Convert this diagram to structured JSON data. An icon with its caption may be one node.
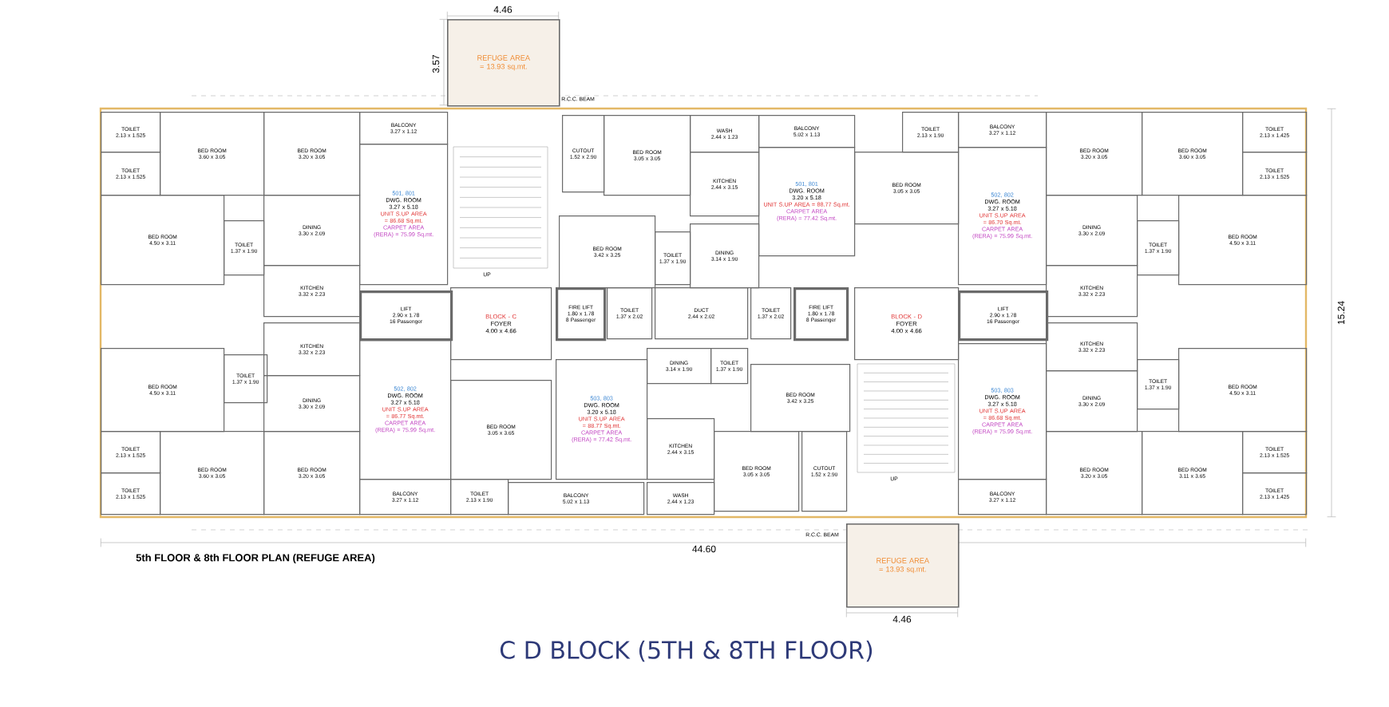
{
  "diagram": {
    "caption": "C D BLOCK (5TH & 8TH FLOOR)",
    "nodes": [
      {
        "text": [
          "REFUGE AREA",
          "= 13.93 sq.mt."
        ]
      },
      {
        "text": [
          "TOILET",
          "2.13 x 1.525"
        ]
      },
      {
        "text": [
          "TOILET",
          "2.13 x 1.525"
        ]
      },
      {
        "text": [
          "BED ROOM",
          "3.60 x 3.05"
        ]
      },
      {
        "text": [
          "BED ROOM",
          "3.20 x 3.05"
        ]
      },
      {
        "text": [
          "BALCONY",
          "3.27 x 1.12"
        ]
      },
      {
        "text": [
          "CUTOUT",
          "1.52 x 2.90"
        ]
      },
      {
        "text": [
          "BED ROOM",
          "3.05 x 3.05"
        ]
      },
      {
        "text": [
          "WASH",
          "2.44 x 1.23"
        ]
      },
      {
        "text": [
          "BALCONY",
          "5.02 x 1.13"
        ]
      },
      {
        "text": [
          "TOILET",
          "2.13 x 1.90"
        ]
      },
      {
        "text": [
          "BALCONY",
          "3.27 x 1.12"
        ]
      },
      {
        "text": [
          "BED ROOM",
          "3.20 x 3.05"
        ]
      },
      {
        "text": [
          "BED ROOM",
          "3.60 x 3.05"
        ]
      },
      {
        "text": [
          "TOILET",
          "2.13 x 1.425"
        ]
      },
      {
        "text": [
          "TOILET",
          "2.13 x 1.525"
        ]
      },
      {
        "text": [
          "501, 801",
          "DWG. ROOM",
          "3.27 x 5.18",
          "UNIT S.UP AREA = 86.68 Sq.mt.",
          "CARPET AREA (RERA) = 75.99 Sq.mt."
        ]
      },
      {
        "text": [
          "KITCHEN",
          "2.44 x 3.15"
        ]
      },
      {
        "text": [
          "501, 801",
          "DWG. ROOM",
          "3.20 x 5.18",
          "UNIT S.UP AREA = 88.77 Sq.mt.",
          "CARPET AREA (RERA) = 77.42 Sq.mt."
        ]
      },
      {
        "text": [
          "BED ROOM",
          "3.05 x 3.05"
        ]
      },
      {
        "text": [
          "502, 802",
          "DWG. ROOM",
          "3.27 x 5.18",
          "UNIT S.UP AREA = 86.70 Sq.mt.",
          "CARPET AREA (RERA) = 75.99 Sq.mt."
        ]
      },
      {
        "text": [
          "BED ROOM",
          "4.50 x 3.11"
        ]
      },
      {
        "text": [
          "TOILET",
          "1.37 x 1.90"
        ]
      },
      {
        "text": [
          "DINING",
          "3.30 x 2.09"
        ]
      },
      {
        "text": [
          "BED ROOM",
          "3.42 x 3.25"
        ]
      },
      {
        "text": [
          "TOILET",
          "1.37 x 1.90"
        ]
      },
      {
        "text": [
          "DINING",
          "3.14 x 1.90"
        ]
      },
      {
        "text": [
          "DINING",
          "3.30 x 2.09"
        ]
      },
      {
        "text": [
          "TOILET",
          "1.37 x 1.90"
        ]
      },
      {
        "text": [
          "BED ROOM",
          "4.50 x 3.11"
        ]
      },
      {
        "text": [
          "KITCHEN",
          "3.32 x 2.23"
        ]
      },
      {
        "text": [
          "KITCHEN",
          "3.32 x 2.23"
        ]
      },
      {
        "text": [
          "LIFT",
          "2.90 x 1.78",
          "16 Passenger"
        ]
      },
      {
        "text": [
          "BLOCK - C",
          "FOYER",
          "4.00 x 4.66"
        ]
      },
      {
        "text": [
          "FIRE LIFT",
          "1.80 x 1.78",
          "8 Passenger"
        ]
      },
      {
        "text": [
          "TOILET",
          "1.37 x 2.02"
        ]
      },
      {
        "text": [
          "DUCT",
          "2.44 x 2.02"
        ]
      },
      {
        "text": [
          "TOILET",
          "1.37 x 2.02"
        ]
      },
      {
        "text": [
          "FIRE LIFT",
          "1.80 x 1.78",
          "8 Passenger"
        ]
      },
      {
        "text": [
          "BLOCK - D",
          "FOYER",
          "4.00 x 4.66"
        ]
      },
      {
        "text": [
          "LIFT",
          "2.90 x 1.78",
          "16 Passenger"
        ]
      },
      {
        "text": [
          "KITCHEN",
          "3.32 x 2.23"
        ]
      },
      {
        "text": [
          "KITCHEN",
          "3.32 x 2.23"
        ]
      },
      {
        "text": [
          "BED ROOM",
          "4.50 x 3.11"
        ]
      },
      {
        "text": [
          "TOILET",
          "1.37 x 1.90"
        ]
      },
      {
        "text": [
          "DINING",
          "3.30 x 2.09"
        ]
      },
      {
        "text": [
          "502, 802",
          "DWG. ROOM",
          "3.27 x 5.18",
          "UNIT S.UP AREA = 86.77 Sq.mt.",
          "CARPET AREA (RERA) = 75.99 Sq.mt."
        ]
      },
      {
        "text": [
          "BED ROOM",
          "3.05 x 3.65"
        ]
      },
      {
        "text": [
          "503, 803",
          "DWG. ROOM",
          "3.20 x 5.18",
          "UNIT S.UP AREA = 88.77 Sq.mt.",
          "CARPET AREA (RERA) = 77.42 Sq.mt."
        ]
      },
      {
        "text": [
          "DINING",
          "3.14 x 1.90"
        ]
      },
      {
        "text": [
          "TOILET",
          "1.37 x 1.90"
        ]
      },
      {
        "text": [
          "BED ROOM",
          "3.42 x 3.25"
        ]
      },
      {
        "text": [
          "503, 803",
          "DWG. ROOM",
          "3.27 x 5.18",
          "UNIT S.UP AREA = 86.68 Sq.mt.",
          "CARPET AREA (RERA) = 75.99 Sq.mt."
        ]
      },
      {
        "text": [
          "DINING",
          "3.30 x 2.09"
        ]
      },
      {
        "text": [
          "TOILET",
          "1.37 x 1.90"
        ]
      },
      {
        "text": [
          "BED ROOM",
          "4.50 x 3.11"
        ]
      },
      {
        "text": [
          "KITCHEN",
          "2.44 x 3.15"
        ]
      },
      {
        "text": [
          "BED ROOM",
          "3.05 x 3.05"
        ]
      },
      {
        "text": [
          "CUTOUT",
          "1.52 x 2.90"
        ]
      },
      {
        "text": [
          "TOILET",
          "2.13 x 1.525"
        ]
      },
      {
        "text": [
          "TOILET",
          "2.13 x 1.525"
        ]
      },
      {
        "text": [
          "BED ROOM",
          "3.60 x 3.05"
        ]
      },
      {
        "text": [
          "BED ROOM",
          "3.20 x 3.05"
        ]
      },
      {
        "text": [
          "BALCONY",
          "3.27 x 1.12"
        ]
      },
      {
        "text": [
          "TOILET",
          "2.13 x 1.90"
        ]
      },
      {
        "text": [
          "BALCONY",
          "5.02 x 1.13"
        ]
      },
      {
        "text": [
          "WASH",
          "2.44 x 1.23"
        ]
      },
      {
        "text": [
          "BALCONY",
          "3.27 x 1.12"
        ]
      },
      {
        "text": [
          "BED ROOM",
          "3.20 x 3.05"
        ]
      },
      {
        "text": [
          "BED ROOM",
          "3.11 x 3.65"
        ]
      },
      {
        "text": [
          "TOILET",
          "2.13 x 1.525"
        ]
      },
      {
        "text": [
          "TOILET",
          "2.13 x 1.425"
        ]
      },
      {
        "text": [
          "REFUGE AREA",
          "= 13.93 sq.mt."
        ]
      }
    ],
    "labels": [
      "4.46",
      "3.57",
      "R.C.C. BEAM",
      "15.24",
      "44.60",
      "R.C.C. BEAM",
      "4.46",
      "5th FLOOR & 8th FLOOR PLAN (REFUGE AREA)",
      "UP",
      "UP"
    ]
  }
}
